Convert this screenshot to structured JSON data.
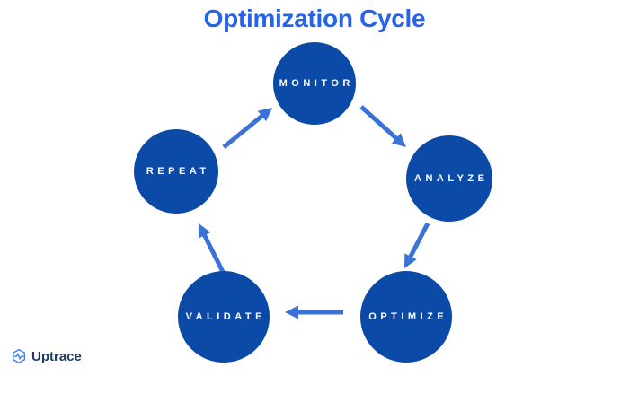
{
  "title": "Optimization Cycle",
  "nodes": [
    {
      "id": "monitor",
      "label": "MONITOR"
    },
    {
      "id": "analyze",
      "label": "ANALYZE"
    },
    {
      "id": "optimize",
      "label": "OPTIMIZE"
    },
    {
      "id": "validate",
      "label": "VALIDATE"
    },
    {
      "id": "repeat",
      "label": "REPEAT"
    }
  ],
  "edges": [
    {
      "from": "MONITOR",
      "to": "ANALYZE"
    },
    {
      "from": "ANALYZE",
      "to": "OPTIMIZE"
    },
    {
      "from": "OPTIMIZE",
      "to": "VALIDATE"
    },
    {
      "from": "VALIDATE",
      "to": "REPEAT"
    },
    {
      "from": "REPEAT",
      "to": "MONITOR"
    }
  ],
  "footer": {
    "brand": "Uptrace",
    "icon": "hexagon-pulse-icon"
  },
  "colors": {
    "title": "#2563eb",
    "node_fill": "#0b4aa6",
    "node_text": "#ffffff",
    "arrow": "#3b72d8",
    "background": "#ffffff",
    "brand_text": "#1e3a66",
    "brand_icon": "#3b82f6"
  }
}
